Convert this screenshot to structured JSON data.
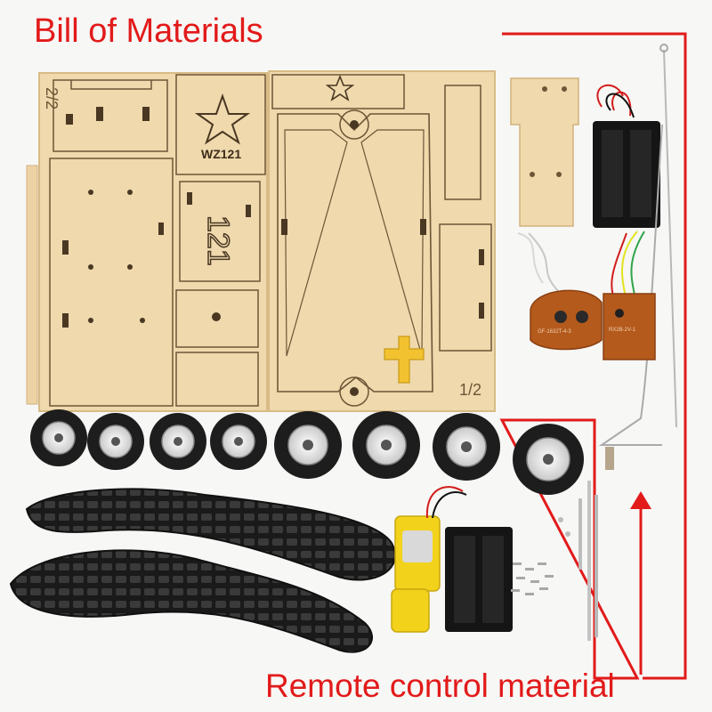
{
  "captions": {
    "title": "Bill of Materials",
    "remote_label": "Remote control material"
  },
  "board_markings": {
    "sheet_a": "2/2",
    "sheet_b": "1/2",
    "model": "WZ121",
    "side_number": "121"
  },
  "pcb_markings": {
    "transmitter": "GF-1632T-4-3",
    "receiver": "RX2B-2V-1"
  },
  "colors": {
    "accent": "#e21a1a",
    "wood": "#efd9ad",
    "tire": "#1d1d1d",
    "pcb": "#b45a1c",
    "gear_motor": "#f2d21b"
  }
}
